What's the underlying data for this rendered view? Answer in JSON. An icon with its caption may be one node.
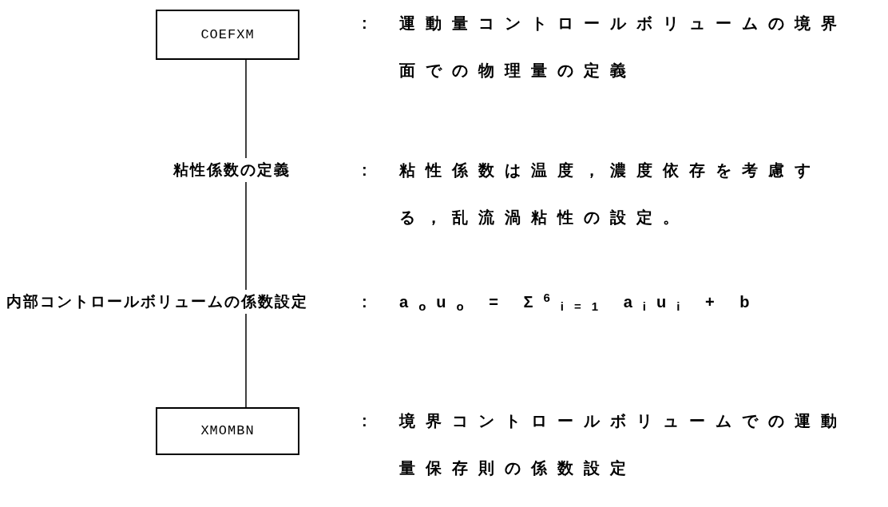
{
  "diagram": {
    "nodes": [
      {
        "text": [
          "COEFXM"
        ],
        "beside": [
          ":",
          "運動量コントロールボリュームの境界面での物理量の定義"
        ]
      },
      {
        "text": [
          "粘性係数の定義"
        ],
        "beside": [
          ":",
          "粘性係数は温度，濃度依存を考慮する，乱流渦粘性の設定。"
        ]
      },
      {
        "text": [
          "内部コントロールボリュームの係数設定"
        ],
        "beside": [
          ":",
          "a$_{o}$u$_{o}$ = Σ$^{6}$$_{i=1}$ a$_{i}$u$_{i}$ + b"
        ]
      },
      {
        "text": [
          "XMOMBN"
        ],
        "beside": [
          ":",
          "境界コントロールボリュームでの運動量保存則の係数設定"
        ]
      }
    ],
    "edges": [
      {
        "from": 0,
        "to": 1,
        "arrow": "none"
      },
      {
        "from": 1,
        "to": 2,
        "arrow": "none"
      },
      {
        "from": 2,
        "to": 3,
        "arrow": "none"
      }
    ]
  }
}
